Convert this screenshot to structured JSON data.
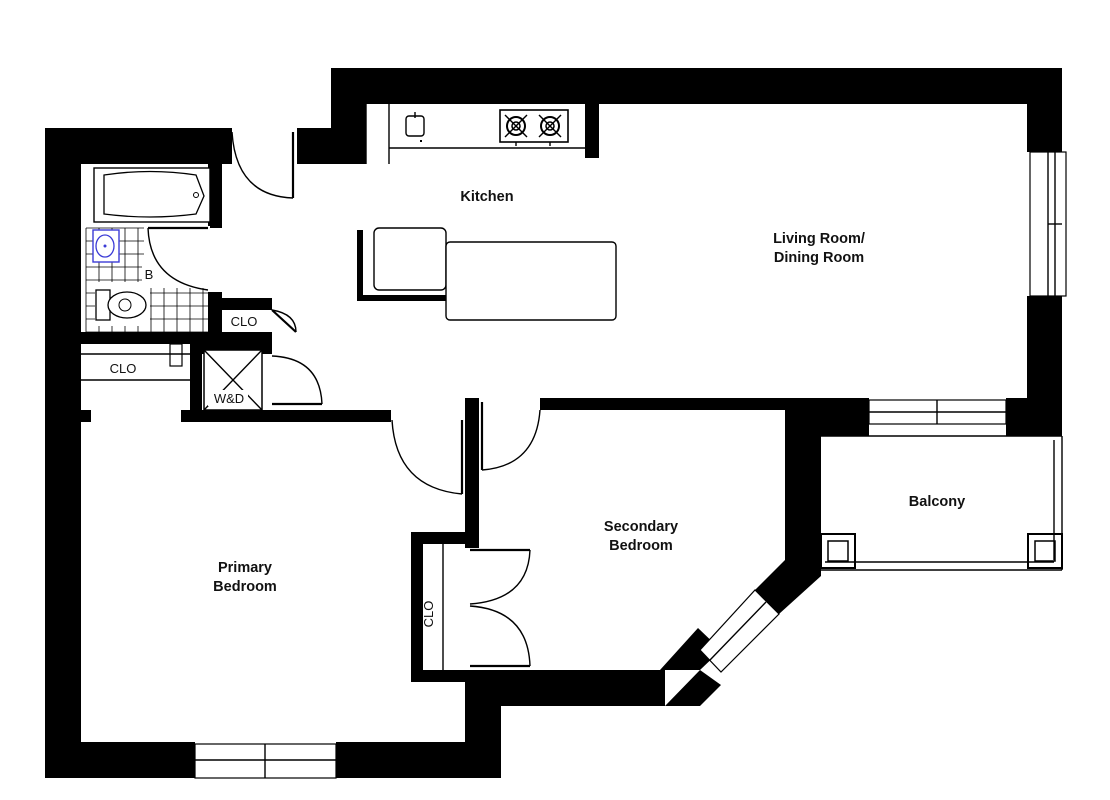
{
  "rooms": {
    "kitchen": "Kitchen",
    "living_line1": "Living Room/",
    "living_line2": "Dining Room",
    "primary_line1": "Primary",
    "primary_line2": "Bedroom",
    "secondary_line1": "Secondary",
    "secondary_line2": "Bedroom",
    "balcony": "Balcony"
  },
  "labels": {
    "bath": "B",
    "closet_hall": "CLO",
    "closet_primary": "CLO",
    "closet_secondary": "CLO",
    "washer_dryer": "W&D"
  },
  "colors": {
    "wall": "#000000",
    "background": "#ffffff",
    "sink_accent": "#3b3bd6"
  }
}
